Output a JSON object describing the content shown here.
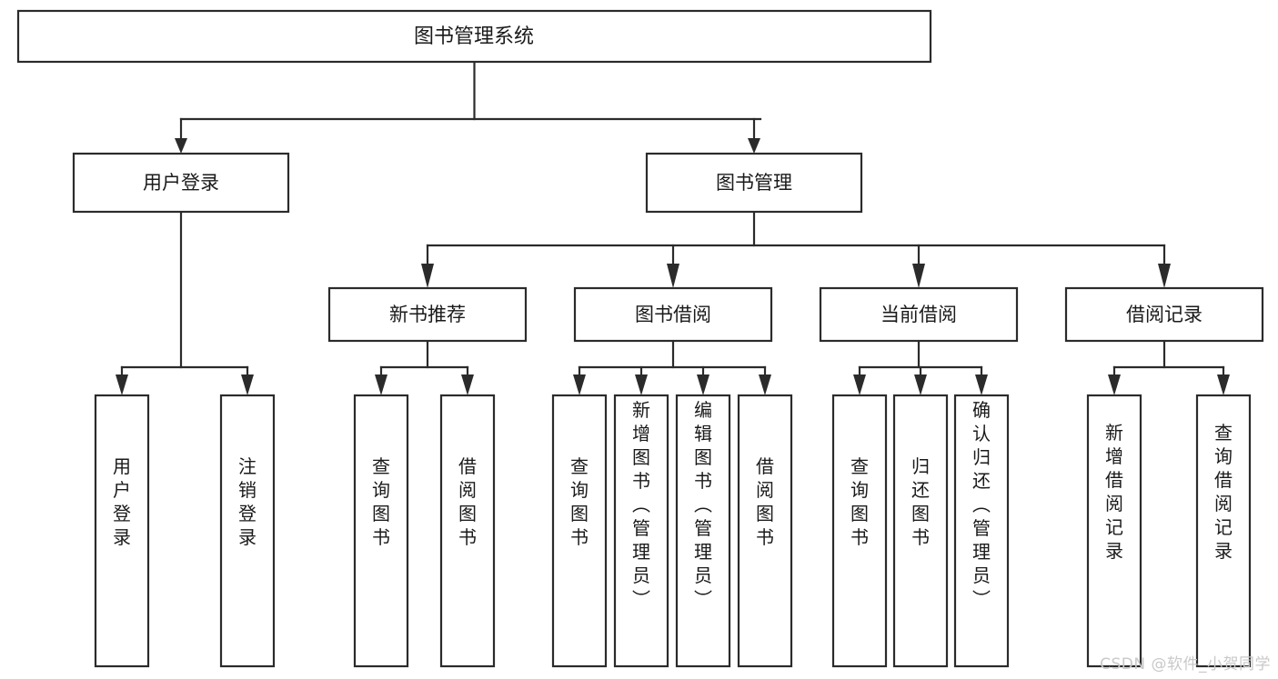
{
  "diagram": {
    "title_node": {
      "label": "图书管理系统"
    },
    "level2": [
      {
        "id": "user-login",
        "label": "用户登录"
      },
      {
        "id": "book-management",
        "label": "图书管理"
      }
    ],
    "level3": [
      {
        "id": "new-book-recommend",
        "label": "新书推荐"
      },
      {
        "id": "book-borrow",
        "label": "图书借阅"
      },
      {
        "id": "current-borrow",
        "label": "当前借阅"
      },
      {
        "id": "borrow-record",
        "label": "借阅记录"
      }
    ],
    "leaves": [
      {
        "id": "leaf-user-login",
        "parent": "user-login",
        "label": "用户登录"
      },
      {
        "id": "leaf-logout-login",
        "parent": "user-login",
        "label": "注销登录"
      },
      {
        "id": "leaf-query-book-1",
        "parent": "new-book-recommend",
        "label": "查询图书"
      },
      {
        "id": "leaf-borrow-book-1",
        "parent": "new-book-recommend",
        "label": "借阅图书"
      },
      {
        "id": "leaf-query-book-2",
        "parent": "book-borrow",
        "label": "查询图书"
      },
      {
        "id": "leaf-add-book",
        "parent": "book-borrow",
        "label": "新增图书（管理员）"
      },
      {
        "id": "leaf-edit-book",
        "parent": "book-borrow",
        "label": "编辑图书（管理员）"
      },
      {
        "id": "leaf-borrow-book-2",
        "parent": "book-borrow",
        "label": "借阅图书"
      },
      {
        "id": "leaf-query-book-3",
        "parent": "current-borrow",
        "label": "查询图书"
      },
      {
        "id": "leaf-return-book",
        "parent": "current-borrow",
        "label": "归还图书"
      },
      {
        "id": "leaf-confirm-return",
        "parent": "current-borrow",
        "label": "确认归还（管理员）"
      },
      {
        "id": "leaf-add-record",
        "parent": "borrow-record",
        "label": "新增借阅记录"
      },
      {
        "id": "leaf-query-record",
        "parent": "borrow-record",
        "label": "查询借阅记录"
      }
    ],
    "watermark": "CSDN @软件_小贺同学",
    "colors": {
      "stroke": "#2b2b2b",
      "fill": "#ffffff",
      "text": "#1a1a1a",
      "watermark": "#c9c9c9"
    }
  }
}
